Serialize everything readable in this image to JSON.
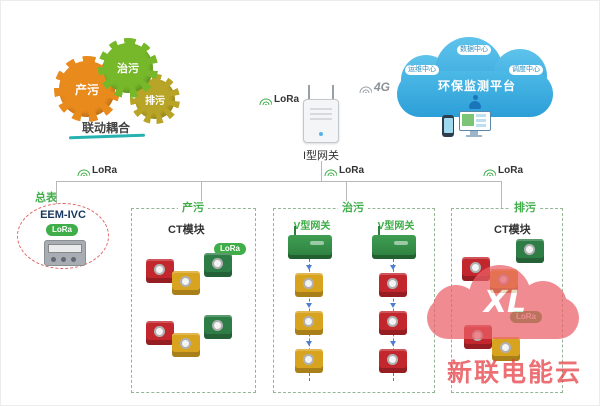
{
  "colors": {
    "lora_green": "#3fae49",
    "cloud_blue": "#35a8dc",
    "module_red": "#c1272d",
    "module_yellow": "#d8a31f",
    "module_green": "#2f7d46",
    "watermark_red": "#e53940"
  },
  "gears": {
    "caption": "联动耦合",
    "items": [
      {
        "label": "产污"
      },
      {
        "label": "治污"
      },
      {
        "label": "排污"
      }
    ]
  },
  "gateway": {
    "label": "I型网关",
    "lora": "LoRa",
    "network": "4G"
  },
  "cloud": {
    "title": "环保监测平台",
    "badges": [
      "数据中心",
      "运维中心",
      "调度中心"
    ]
  },
  "bus": {
    "lora_left": "LoRa",
    "lora_center": "LoRa",
    "lora_right": "LoRa"
  },
  "meter": {
    "caption": "总表",
    "model": "EEM-IVC",
    "lora": "LoRa"
  },
  "zones": {
    "produce": {
      "title": "产污",
      "module_label": "CT模块",
      "lora": "LoRa"
    },
    "treat": {
      "title": "治污",
      "gateway_left": "V型网关",
      "gateway_right": "V型网关"
    },
    "discharge": {
      "title": "排污",
      "module_label": "CT模块",
      "lora": "LoRa"
    }
  },
  "watermark": {
    "logo": "XL",
    "text": "新联电能云"
  }
}
